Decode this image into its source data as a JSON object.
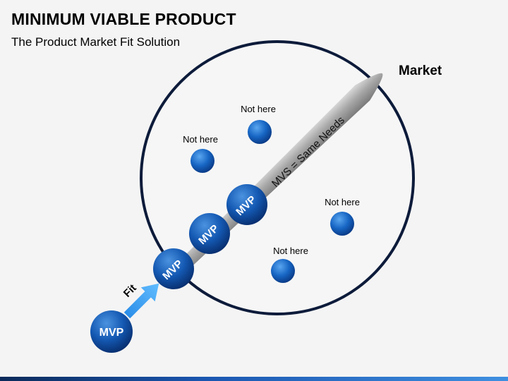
{
  "header": {
    "title": "MINIMUM VIABLE PRODUCT",
    "subtitle": "The Product Market Fit Solution"
  },
  "diagram": {
    "market_label": "Market",
    "spike_label": "MVS = Same Needs",
    "fit_label": "Fit",
    "entry_mvp_label": "MVP",
    "mvp_labels": [
      "MVP",
      "MVP",
      "MVP"
    ],
    "not_here_labels": [
      "Not here",
      "Not here",
      "Not here",
      "Not here"
    ]
  },
  "colors": {
    "accent": "#1565c0",
    "arrow": "#3aa0f0",
    "circle_outline": "#0d1b3a",
    "spike": "#9a9a9a"
  }
}
